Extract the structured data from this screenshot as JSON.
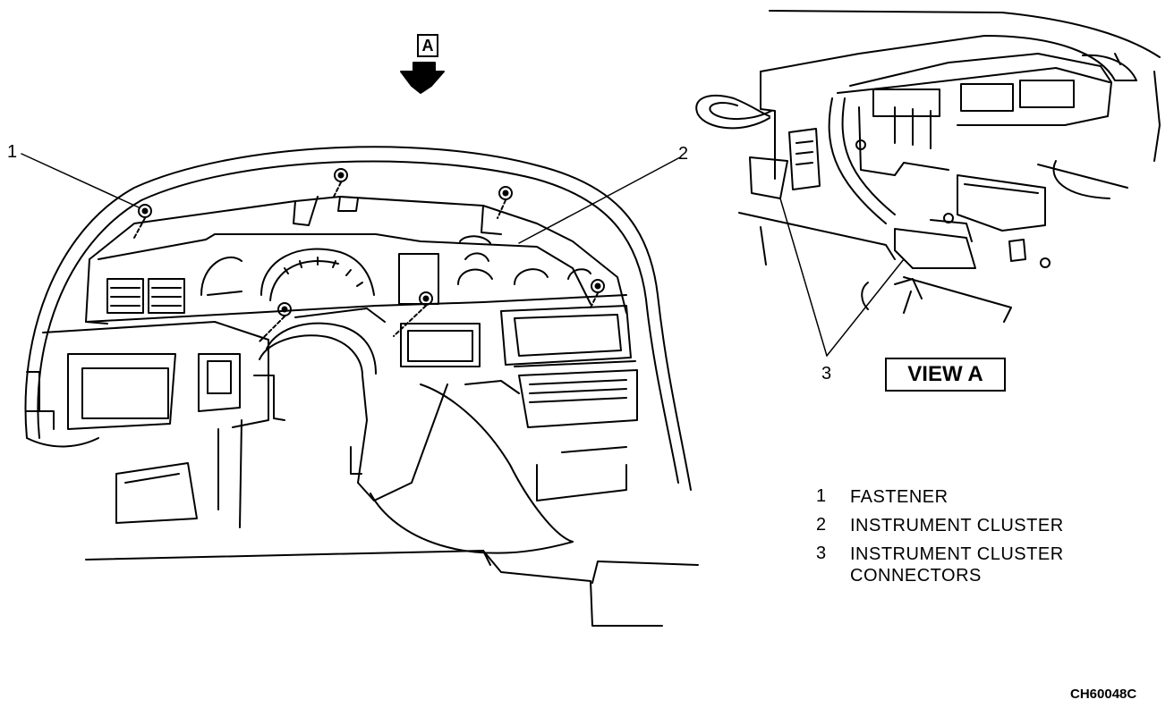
{
  "view_marker": "A",
  "callouts": {
    "one": "1",
    "two": "2",
    "three": "3"
  },
  "view_label": "VIEW A",
  "legend": [
    {
      "num": "1",
      "text": "FASTENER"
    },
    {
      "num": "2",
      "text": "INSTRUMENT CLUSTER"
    },
    {
      "num": "3",
      "text": "INSTRUMENT CLUSTER\nCONNECTORS"
    }
  ],
  "figure_code": "CH60048C"
}
